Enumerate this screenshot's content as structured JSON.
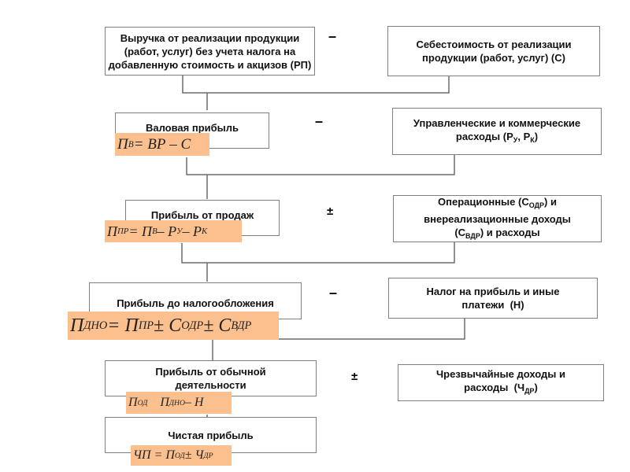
{
  "diagram": {
    "left_boxes": [
      {
        "id": "revenue",
        "lines": [
          "Выручка от реализации продукции",
          "(работ, услуг) без учета налога на",
          "добавленную стоимость и акцизов (РП)"
        ]
      },
      {
        "id": "gross",
        "lines": [
          "Валовая прибыль"
        ],
        "formula": {
          "main": "П",
          "sub": "В",
          "rest": " = ВР – С"
        }
      },
      {
        "id": "sales",
        "lines": [
          "Прибыль от продаж"
        ],
        "formula": {
          "parts": [
            [
              "П",
              "ПР"
            ],
            [
              " = П",
              "В"
            ],
            [
              " – Р",
              "У"
            ],
            [
              " – Р",
              "К"
            ]
          ]
        }
      },
      {
        "id": "pretax",
        "lines": [
          "Прибыль до налогообложения"
        ],
        "formula": {
          "parts": [
            [
              "П",
              "ДНО"
            ],
            [
              " = П",
              "ПР"
            ],
            [
              " ± С",
              "ОДР"
            ],
            [
              " ± С",
              "ВДР"
            ]
          ]
        }
      },
      {
        "id": "ordinary",
        "lines": [
          "Прибыль от  обычной",
          "деятельности"
        ],
        "formula": {
          "parts": [
            [
              "П",
              "ОД"
            ],
            [
              "    П",
              "ДНО"
            ],
            [
              " – Н",
              ""
            ]
          ]
        }
      },
      {
        "id": "net",
        "lines": [
          "Чистая прибыль"
        ],
        "formula": {
          "parts": [
            [
              "ЧП = П",
              "ОД"
            ],
            [
              " ± Ч",
              "ДР"
            ]
          ]
        }
      }
    ],
    "right_boxes": [
      {
        "id": "cost",
        "lines": [
          "Себестоимость от реализации",
          "продукции (работ, услуг) (С)"
        ]
      },
      {
        "id": "mgmt",
        "line1": "Управленческие и коммерческие",
        "line2_pre": "расходы (Р",
        "sub1": "У",
        "mid": ", Р",
        "sub2": "К",
        "end": ")"
      },
      {
        "id": "other",
        "line1_pre": "Операционные (С",
        "sub1": "ОДР",
        "line1_end": ") и",
        "line2": "внереализационные доходы",
        "line3_pre": "(С",
        "sub2": "ВДР",
        "line3_end": ") и расходы"
      },
      {
        "id": "tax",
        "lines": [
          "Налог на прибыль и иные",
          "платежи  (Н)"
        ]
      },
      {
        "id": "extraordinary",
        "line1": "Чрезвычайные доходы и",
        "line2_pre": "расходы  (Ч",
        "sub1": "ДР",
        "end": ")"
      }
    ],
    "operators": [
      "–",
      "–",
      "±",
      "–",
      "±"
    ],
    "colors": {
      "formula_bg": "#fbc08e",
      "border": "#7f7f7f",
      "line": "#6b6b6b"
    }
  }
}
